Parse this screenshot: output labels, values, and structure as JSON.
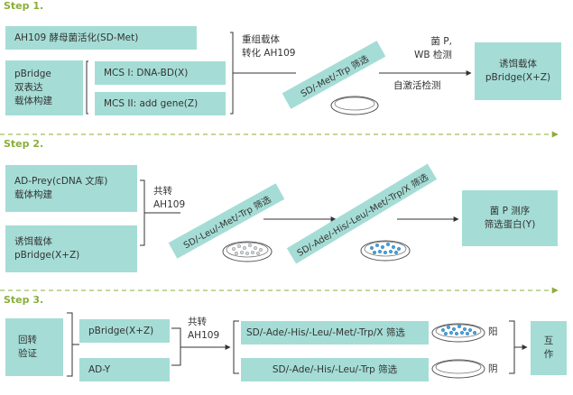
{
  "colors": {
    "box_fill": "#a5ddd6",
    "step_label": "#8aae3a",
    "dashed_line": "#8aae3a",
    "line": "#333333",
    "colony": "#4aa0d8"
  },
  "step1": {
    "label": "Step 1.",
    "yeast_box": "AH109 酵母菌活化(SD-Met)",
    "pbridge_box": [
      "pBridge",
      "双表达",
      "载体构建"
    ],
    "mcs1": "MCS I:  DNA-BD(X)",
    "mcs2": "MCS II:  add gene(Z)",
    "transform_text": [
      "重组载体",
      "转化 AH109"
    ],
    "selection": "SD/-Met/-Trp 筛选",
    "check_text": [
      "菌 P,",
      "WB 检测"
    ],
    "autoact_text": "自激活检测",
    "bait_box": [
      "诱饵载体",
      "pBridge(X+Z)"
    ]
  },
  "step2": {
    "label": "Step 2.",
    "library_box": [
      "AD-Prey(cDNA 文库)",
      "载体构建"
    ],
    "bait_box": [
      "诱饵载体",
      "pBridge(X+Z)"
    ],
    "cotransform_text": [
      "共转",
      "AH109"
    ],
    "selection1": "SD/-Leu/-Met/-Trp 筛选",
    "selection2": "SD/-Ade/-His/-Leu/-Met/-Trp/X 筛选",
    "result_box": [
      "菌 P 测序",
      "筛选蛋白(Y)"
    ]
  },
  "step3": {
    "label": "Step 3.",
    "verify_box": [
      "回转",
      "验证"
    ],
    "pbridge_box": "pBridge(X+Z)",
    "ady_box": "AD-Y",
    "cotransform_text": [
      "共转",
      "AH109"
    ],
    "selection_pos": "SD/-Ade/-His/-Leu/-Met/-Trp/X 筛选",
    "selection_neg": "SD/-Ade/-His/-Leu/-Trp 筛选",
    "positive": "阳",
    "negative": "阴",
    "interaction_box": [
      "互",
      "作"
    ]
  }
}
